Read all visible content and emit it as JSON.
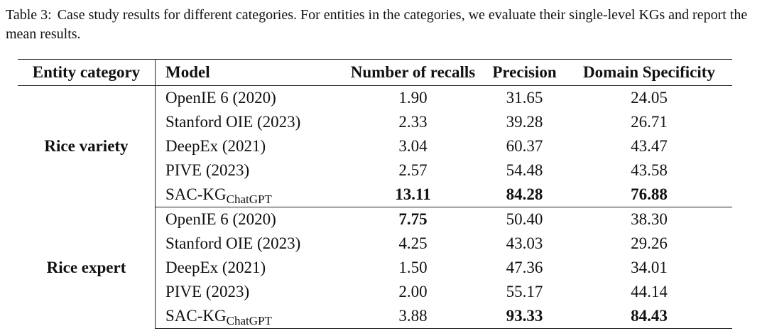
{
  "caption": {
    "label": "Table 3:",
    "text": "Case study results for different categories. For entities in the categories, we evaluate their single-level KGs and report the mean results."
  },
  "table": {
    "headers": [
      "Entity category",
      "Model",
      "Number of recalls",
      "Precision",
      "Domain Specificity"
    ],
    "groups": [
      {
        "category": "Rice variety",
        "rows": [
          {
            "model": "OpenIE 6 (2020)",
            "recalls": "1.90",
            "precision": "31.65",
            "domain": "24.05"
          },
          {
            "model": "Stanford OIE (2023)",
            "recalls": "2.33",
            "precision": "39.28",
            "domain": "26.71"
          },
          {
            "model": "DeepEx (2021)",
            "recalls": "3.04",
            "precision": "60.37",
            "domain": "43.47"
          },
          {
            "model": "PIVE (2023)",
            "recalls": "2.57",
            "precision": "54.48",
            "domain": "43.58"
          },
          {
            "model": "SAC-KG",
            "model_sub": "ChatGPT",
            "recalls": "13.11",
            "precision": "84.28",
            "domain": "76.88",
            "bold": [
              "recalls",
              "precision",
              "domain"
            ]
          }
        ]
      },
      {
        "category": "Rice expert",
        "rows": [
          {
            "model": "OpenIE 6 (2020)",
            "recalls": "7.75",
            "precision": "50.40",
            "domain": "38.30",
            "bold": [
              "recalls"
            ]
          },
          {
            "model": "Stanford OIE (2023)",
            "recalls": "4.25",
            "precision": "43.03",
            "domain": "29.26"
          },
          {
            "model": "DeepEx (2021)",
            "recalls": "1.50",
            "precision": "47.36",
            "domain": "34.01"
          },
          {
            "model": "PIVE (2023)",
            "recalls": "2.00",
            "precision": "55.17",
            "domain": "44.14"
          },
          {
            "model": "SAC-KG",
            "model_sub": "ChatGPT",
            "recalls": "3.88",
            "precision": "93.33",
            "domain": "84.43",
            "bold": [
              "precision",
              "domain"
            ]
          }
        ]
      }
    ]
  }
}
